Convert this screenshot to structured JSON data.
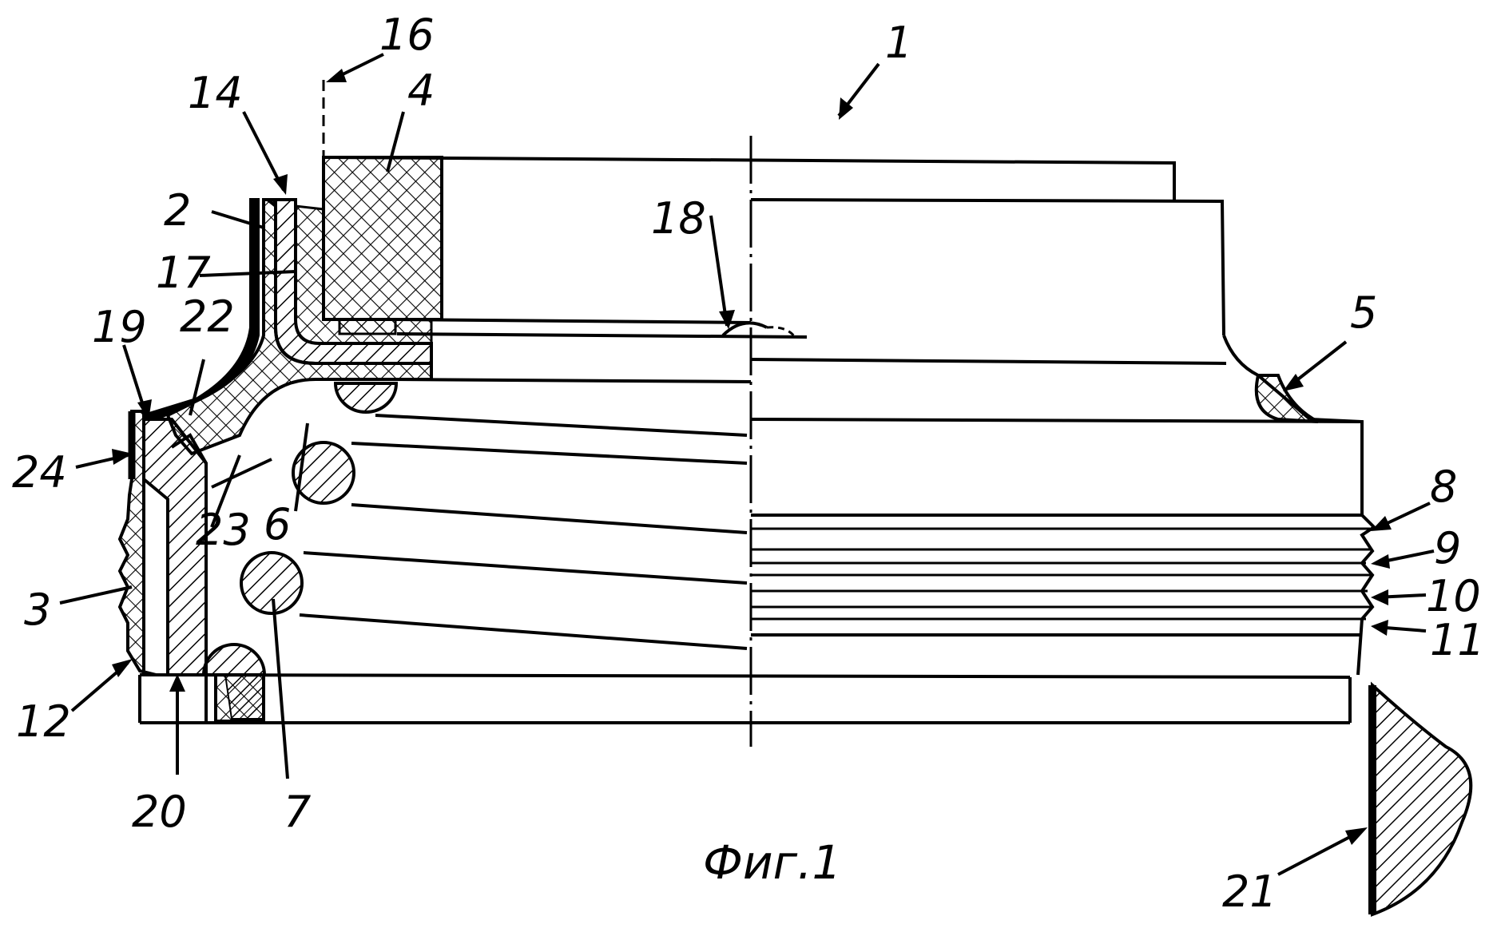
{
  "figure": {
    "caption": "Фиг.1",
    "labels": {
      "l1": "1",
      "l2": "2",
      "l3": "3",
      "l4": "4",
      "l5": "5",
      "l6": "6",
      "l7": "7",
      "l8": "8",
      "l9": "9",
      "l10": "10",
      "l11": "11",
      "l12": "12",
      "l14": "14",
      "l16": "16",
      "l17": "17",
      "l18": "18",
      "l19": "19",
      "l20": "20",
      "l21": "21",
      "l22": "22",
      "l23": "23",
      "l24": "24"
    }
  },
  "colors": {
    "ink": "#000000",
    "paper": "#ffffff"
  }
}
